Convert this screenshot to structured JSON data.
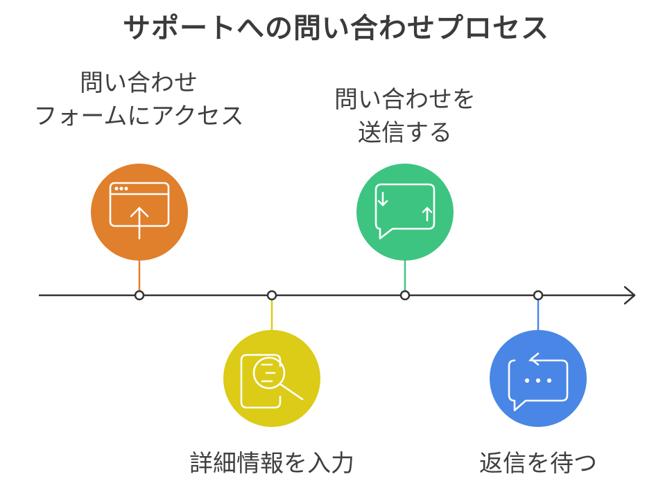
{
  "title": "サポートへの問い合わせプロセス",
  "steps": [
    {
      "line1": "問い合わせ",
      "line2": "フォームにアクセス",
      "color": "#E07F2C",
      "icon": "browser-upload-icon",
      "position": "above"
    },
    {
      "line1": "詳細情報を入力",
      "line2": "",
      "color": "#DCCB17",
      "icon": "document-search-icon",
      "position": "below"
    },
    {
      "line1": "問い合わせを",
      "line2": "送信する",
      "color": "#3DC481",
      "icon": "chat-refresh-icon",
      "position": "above"
    },
    {
      "line1": "返信を待つ",
      "line2": "",
      "color": "#4A86E5",
      "icon": "chat-wait-icon",
      "position": "below"
    }
  ],
  "timeline_color": "#333333"
}
